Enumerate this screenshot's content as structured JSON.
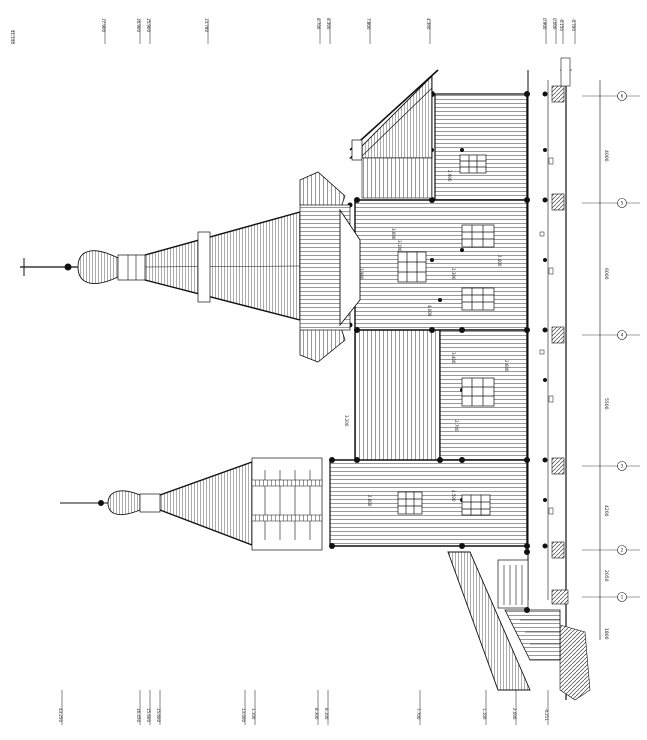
{
  "drawing": {
    "type": "architectural-section",
    "stroke_color": "#111111",
    "hatch_color": "#555555",
    "background": "#ffffff"
  },
  "elevation_marks_top": [
    "41.140",
    "17.900",
    "16.900",
    "15.900",
    "13.780",
    "8.700",
    "8.300",
    "7.800",
    "4.300",
    "0.900",
    "0.000",
    "-0.150",
    "-0.700"
  ],
  "elevation_marks_bottom": [
    "43.250",
    "16.450",
    "15.600",
    "15.600",
    "13.000",
    "1.100",
    "8.300",
    "8.100",
    "7.700",
    "1.100",
    "2.000",
    "-0.211"
  ],
  "axis_marks": [
    "1",
    "2",
    "3",
    "4",
    "5",
    "6"
  ],
  "dimensions": [
    "4000",
    "6000",
    "5500",
    "4200",
    "2050",
    "1800"
  ],
  "inner_labels": [
    "2.900",
    "3.600",
    "2.300",
    "4.000",
    "3.400",
    "2.600",
    "3.200",
    "2.700",
    "4.500",
    "2.800",
    "3.100",
    "2.400",
    "3.900"
  ]
}
